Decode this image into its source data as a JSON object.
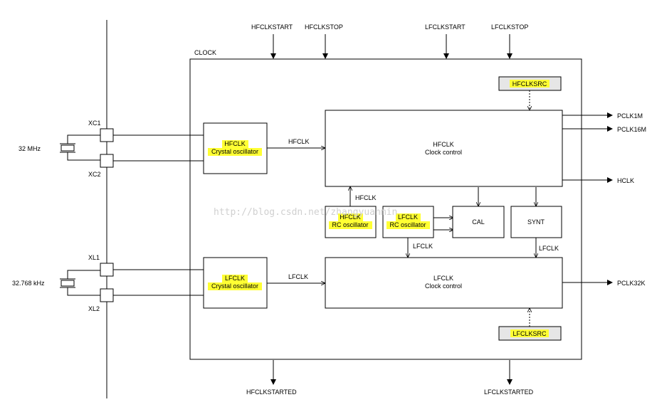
{
  "signals": {
    "hfclkstart": "HFCLKSTART",
    "hfclkstop": "HFCLKSTOP",
    "lfclkstart": "LFCLKSTART",
    "lfclkstop": "LFCLKSTOP",
    "hfclkstarted": "HFCLKSTARTED",
    "lfclkstarted": "LFCLKSTARTED"
  },
  "clock_block": {
    "title": "CLOCK"
  },
  "pins": {
    "xc1": "XC1",
    "xc2": "XC2",
    "xl1": "XL1",
    "xl2": "XL2"
  },
  "crystals": {
    "hf_freq": "32 MHz",
    "lf_freq": "32.768 kHz"
  },
  "blocks": {
    "hf_xtal": {
      "line1": "HFCLK",
      "line2": "Crystal oscillator"
    },
    "lf_xtal": {
      "line1": "LFCLK",
      "line2": "Crystal oscillator"
    },
    "hf_rc": {
      "line1": "HFCLK",
      "line2": "RC oscillator"
    },
    "lf_rc": {
      "line1": "LFCLK",
      "line2": "RC oscillator"
    },
    "hf_ctrl": {
      "line1": "HFCLK",
      "line2": "Clock control"
    },
    "lf_ctrl": {
      "line1": "LFCLK",
      "line2": "Clock control"
    },
    "cal": "CAL",
    "synt": "SYNT",
    "hfclksrc": "HFCLKSRC",
    "lfclksrc": "LFCLKSRC"
  },
  "wires": {
    "hfclk_in": "HFCLK",
    "lfclk_in": "LFCLK",
    "hfclk_rc": "HFCLK",
    "lfclk_rc": "LFCLK",
    "lfclk_synt": "LFCLK"
  },
  "outputs": {
    "pclk1m": "PCLK1M",
    "pclk16m": "PCLK16M",
    "hclk": "HCLK",
    "pclk32k": "PCLK32K"
  },
  "watermark": "http://blog.csdn.net/zhangyuanmin",
  "colors": {
    "highlight": "#ffff33",
    "line": "#000000",
    "watermark": "#d0d0d0"
  }
}
